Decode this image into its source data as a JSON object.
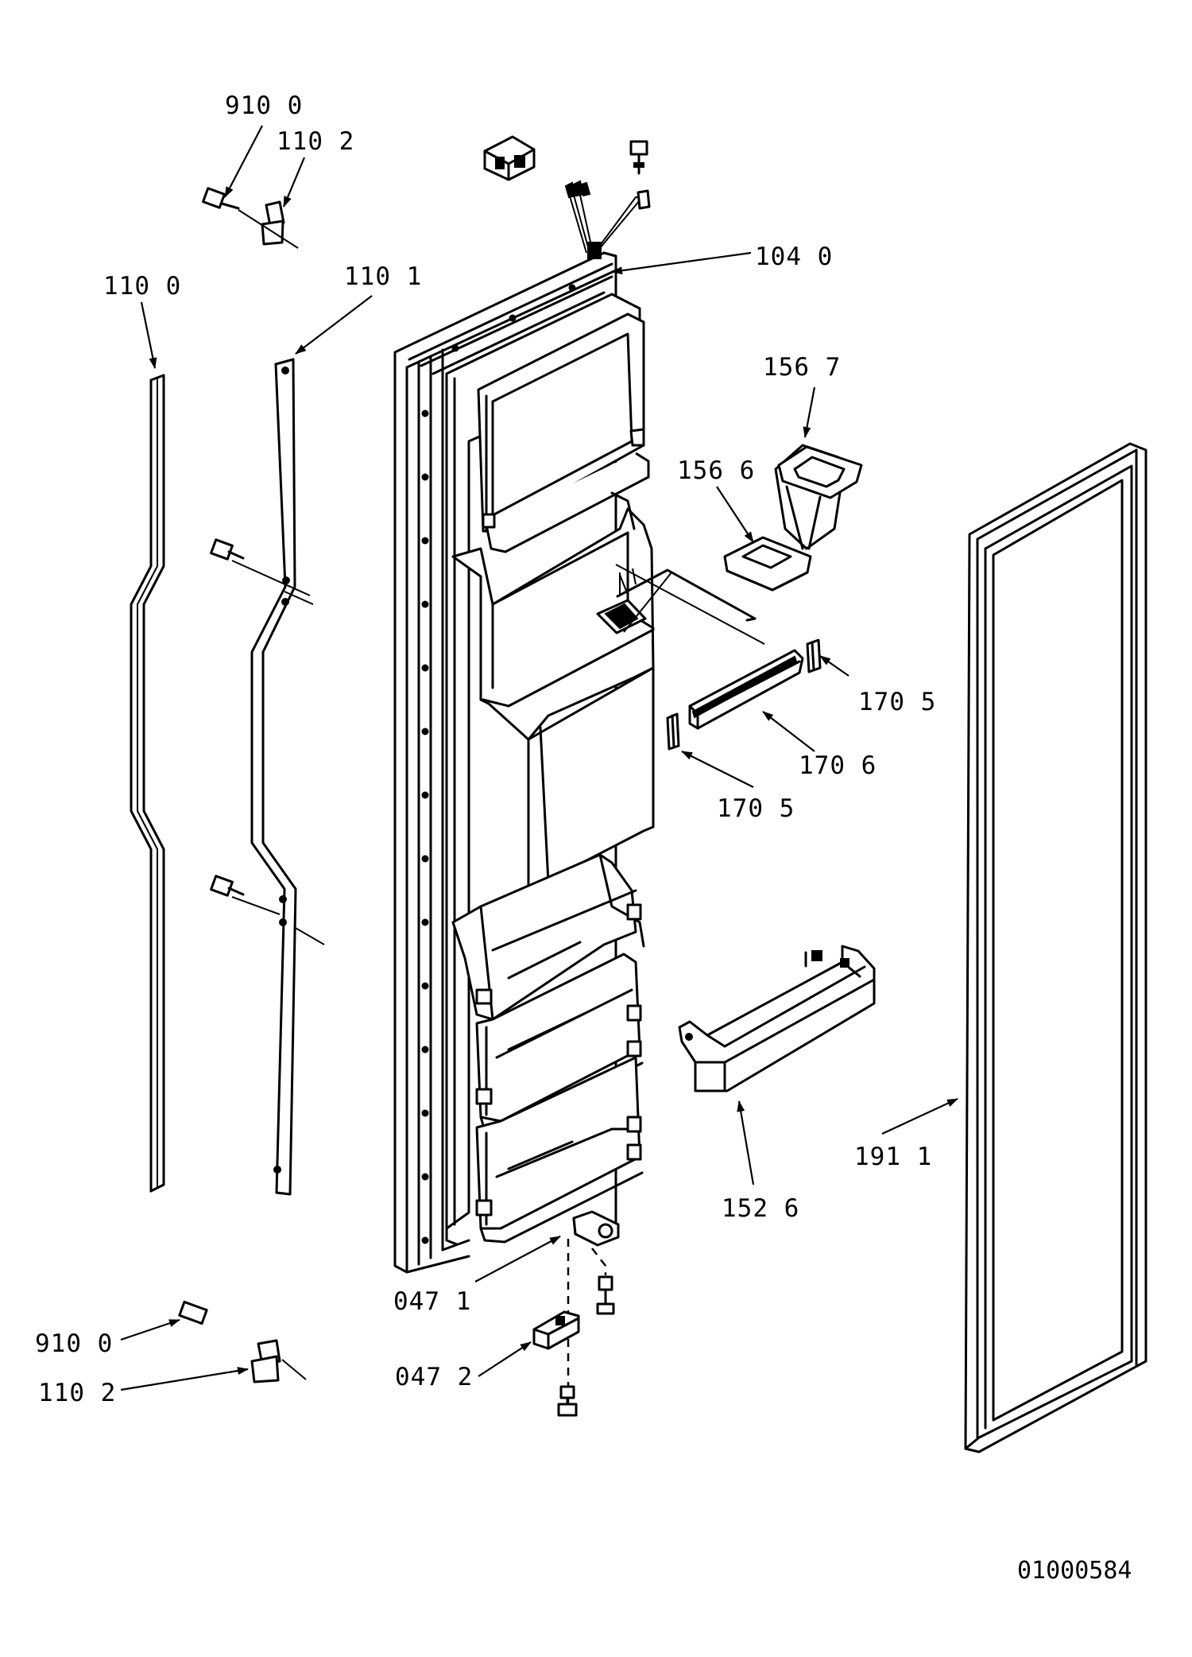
{
  "diagram": {
    "document_id": "01000584",
    "callouts": [
      {
        "id": "c9100-top",
        "text": "910  0"
      },
      {
        "id": "c1102-top",
        "text": "110  2"
      },
      {
        "id": "c1040",
        "text": "104  0"
      },
      {
        "id": "c1100",
        "text": "110  0"
      },
      {
        "id": "c1101",
        "text": "110  1"
      },
      {
        "id": "c1567",
        "text": "156  7"
      },
      {
        "id": "c1566",
        "text": "156  6"
      },
      {
        "id": "c1705a",
        "text": "170  5"
      },
      {
        "id": "c1706",
        "text": "170  6"
      },
      {
        "id": "c1705b",
        "text": "170  5"
      },
      {
        "id": "c1911",
        "text": "191  1"
      },
      {
        "id": "c1526",
        "text": "152  6"
      },
      {
        "id": "c0471",
        "text": "047  1"
      },
      {
        "id": "c0472",
        "text": "047  2"
      },
      {
        "id": "c9100-bot",
        "text": "910  0"
      },
      {
        "id": "c1102-bot",
        "text": "110  2"
      }
    ]
  }
}
